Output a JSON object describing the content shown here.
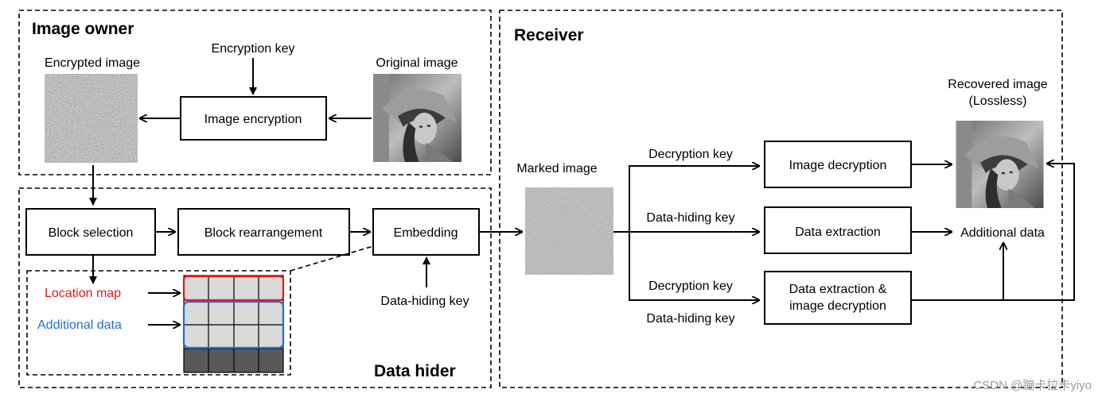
{
  "sections": {
    "image_owner": "Image owner",
    "data_hider": "Data hider",
    "receiver": "Receiver"
  },
  "owner": {
    "encryption_key": "Encryption key",
    "encrypted_image": "Encrypted image",
    "original_image": "Original image",
    "image_encryption": "Image encryption"
  },
  "hider": {
    "block_selection": "Block selection",
    "block_rearrangement": "Block rearrangement",
    "embedding": "Embedding",
    "data_hiding_key": "Data-hiding key",
    "location_map": "Location map",
    "additional_data": "Additional data"
  },
  "receiver": {
    "marked_image": "Marked image",
    "decryption_key_1": "Decryption key",
    "image_decryption": "Image decryption",
    "data_hiding_key_1": "Data-hiding key",
    "data_extraction": "Data extraction",
    "decryption_key_2": "Decryption key",
    "data_hiding_key_2": "Data-hiding key",
    "extraction_decryption_line1": "Data extraction &",
    "extraction_decryption_line2": "image decryption",
    "recovered_image_line1": "Recovered image",
    "recovered_image_line2": "(Lossless)",
    "additional_data": "Additional data"
  },
  "colors": {
    "location_map": "#e8161b",
    "additional_data": "#1f6fd0",
    "grid_fill": "#d9d9d9",
    "dark_block": "#595959"
  },
  "watermark": "CSDN @蹦卡拉卡yiyo"
}
